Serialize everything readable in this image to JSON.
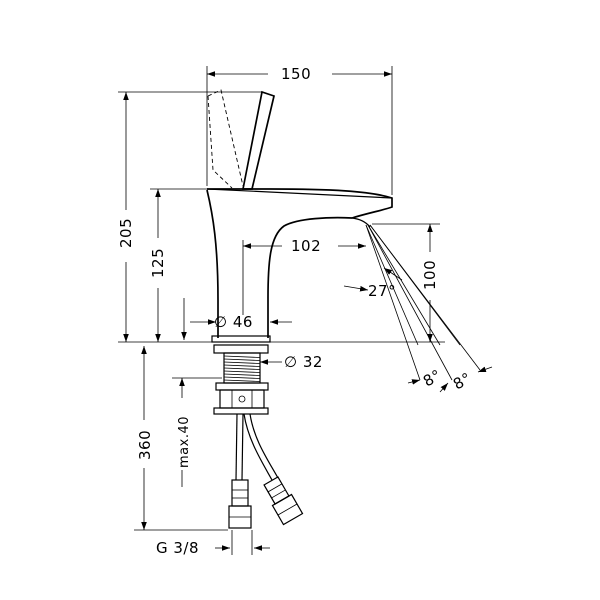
{
  "dimensions": {
    "overall_width": "150",
    "overall_height": "205",
    "spout_height": "125",
    "spout_reach": "102",
    "base_diameter": "∅ 46",
    "thread_diameter": "∅ 32",
    "stream_angle": "27°",
    "stream_height": "100",
    "spread_left": "8°",
    "spread_right": "8°",
    "below_deck": "360",
    "max_deck": "max.40",
    "connection": "G 3/8"
  }
}
